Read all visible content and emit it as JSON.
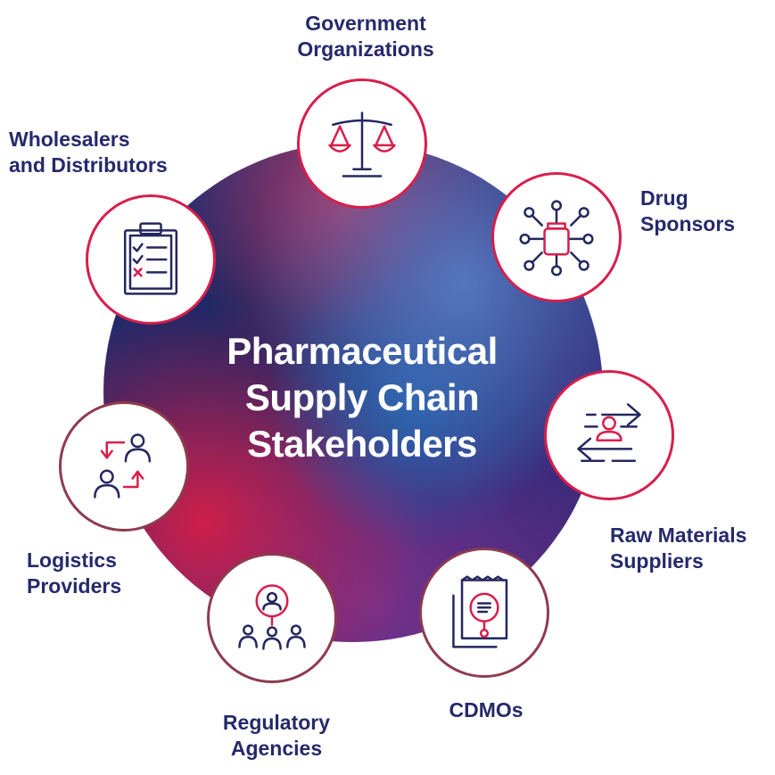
{
  "title": {
    "line1": "Pharmaceutical",
    "line2": "Supply Chain",
    "line3": "Stakeholders"
  },
  "stakeholders": [
    {
      "line1": "Government",
      "line2": "Organizations",
      "icon": "scales-icon"
    },
    {
      "line1": "Drug",
      "line2": "Sponsors",
      "icon": "drug-bottle-network-icon"
    },
    {
      "line1": "Raw Materials",
      "line2": "Suppliers",
      "icon": "exchange-arrows-person-icon"
    },
    {
      "line1": "CDMOs",
      "line2": "",
      "icon": "document-magnifier-icon"
    },
    {
      "line1": "Regulatory",
      "line2": "Agencies",
      "icon": "people-magnifier-icon"
    },
    {
      "line1": "Logistics",
      "line2": "Providers",
      "icon": "people-transfer-icon"
    },
    {
      "line1": "Wholesalers",
      "line2": "and Distributors",
      "icon": "clipboard-checklist-icon"
    }
  ],
  "colors": {
    "accent": "#d81e4b",
    "text": "#26296b",
    "icon_stroke": "#25275f"
  }
}
